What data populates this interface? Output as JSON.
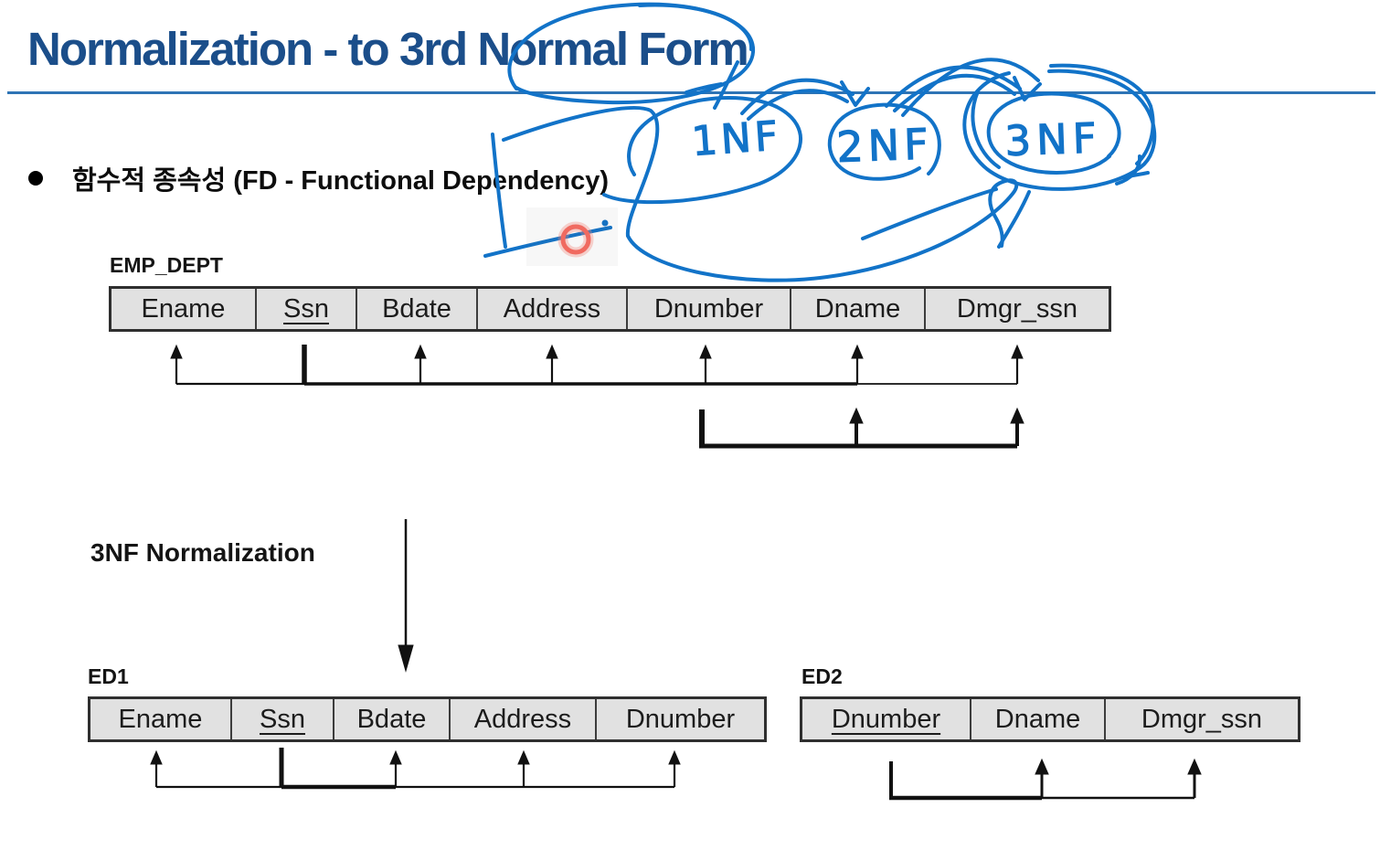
{
  "slide": {
    "title": "Normalization - to 3rd Normal Form",
    "bullet_text": "함수적 종속성 (FD - Functional Dependency)",
    "title_color": "#1b4e8a",
    "divider_color": "#2e74b5"
  },
  "figure": {
    "emp_dept": {
      "name": "EMP_DEPT",
      "columns": [
        {
          "label": "Ename"
        },
        {
          "label": "Ssn",
          "key": true
        },
        {
          "label": "Bdate"
        },
        {
          "label": "Address"
        },
        {
          "label": "Dnumber"
        },
        {
          "label": "Dname"
        },
        {
          "label": "Dmgr_ssn"
        }
      ]
    },
    "transform_label": "3NF Normalization",
    "ed1": {
      "name": "ED1",
      "columns": [
        {
          "label": "Ename"
        },
        {
          "label": "Ssn",
          "key": true
        },
        {
          "label": "Bdate"
        },
        {
          "label": "Address"
        },
        {
          "label": "Dnumber"
        }
      ]
    },
    "ed2": {
      "name": "ED2",
      "columns": [
        {
          "label": "Dnumber",
          "key": true
        },
        {
          "label": "Dname"
        },
        {
          "label": "Dmgr_ssn"
        }
      ]
    }
  },
  "annotations": {
    "pen_color": "#1273c8",
    "pointer_color": "#f28379",
    "nf_labels": {
      "nf1": "1NF",
      "nf2": "2NF",
      "nf3": "3NF"
    }
  }
}
